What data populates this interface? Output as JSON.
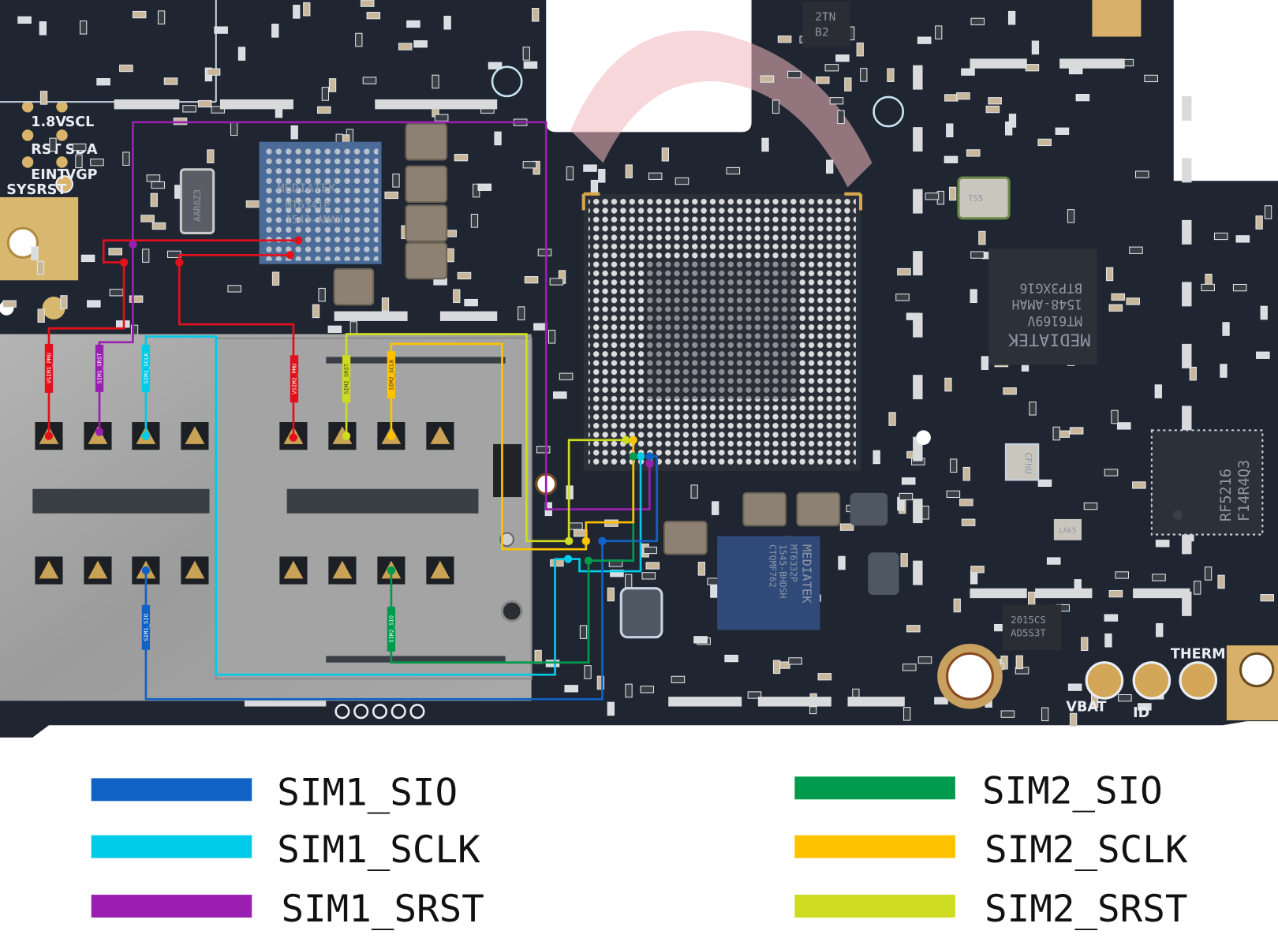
{
  "colors": {
    "board": "#1f2631",
    "vsim": "#e3101c",
    "sim1_sio": "#1062c4",
    "sim1_sclk": "#00cbe8",
    "sim1_srst": "#9a1fb0",
    "sim2_sio": "#009a4c",
    "sim2_sclk": "#fec200",
    "sim2_srst": "#cddc20"
  },
  "silkscreen": {
    "v18": "1.8V",
    "scl": "SCL",
    "rst": "RST",
    "sda": "SDA",
    "eint": "EINT",
    "vgp": "VGP",
    "sysrst": "SYSRST",
    "vbat": "VBAT",
    "id": "ID",
    "therm": "THERM"
  },
  "chips": {
    "pmic_blue": [
      "MEDIATEK",
      "MT6341P",
      "1543-AMAH"
    ],
    "crystal": "AAR6Z3",
    "transceiver": [
      "MEDIATEK",
      "MT6169V",
      "1548-AMAH",
      "BTP3XG16"
    ],
    "pmic2": [
      "MEDIATEK",
      "MT6332P",
      "1545-BHDSH",
      "CTQMF762"
    ],
    "rf": [
      "RF5216",
      "F14R4Q3"
    ],
    "ic_2015": [
      "2015CS",
      "AD5S3T"
    ],
    "small1": "CFhU",
    "small2": "LAk5",
    "top_ic": [
      "2TN",
      "B2"
    ],
    "osc": "TS5"
  },
  "pin_labels": {
    "vsim1_pmu": "VSIM1_PMU",
    "sim1_srst": "SIM1_SRST",
    "sim1_sclk": "SIM1_SCLK",
    "vsim2_pmu": "VSIM2_PMU",
    "sim2_srst": "SIM2_SRST",
    "sim2_sclk": "SIM2_SCLK",
    "sim1_sio": "SIM1_SIO",
    "sim2_sio": "SIM2_SIO"
  },
  "legend": [
    {
      "label": "SIM1_SIO",
      "color": "#1062c4"
    },
    {
      "label": "SIM1_SCLK",
      "color": "#00cbe8"
    },
    {
      "label": "SIM1_SRST",
      "color": "#9a1fb0"
    },
    {
      "label": "SIM2_SIO",
      "color": "#009a4c"
    },
    {
      "label": "SIM2_SCLK",
      "color": "#fec200"
    },
    {
      "label": "SIM2_SRST",
      "color": "#cddc20"
    }
  ]
}
